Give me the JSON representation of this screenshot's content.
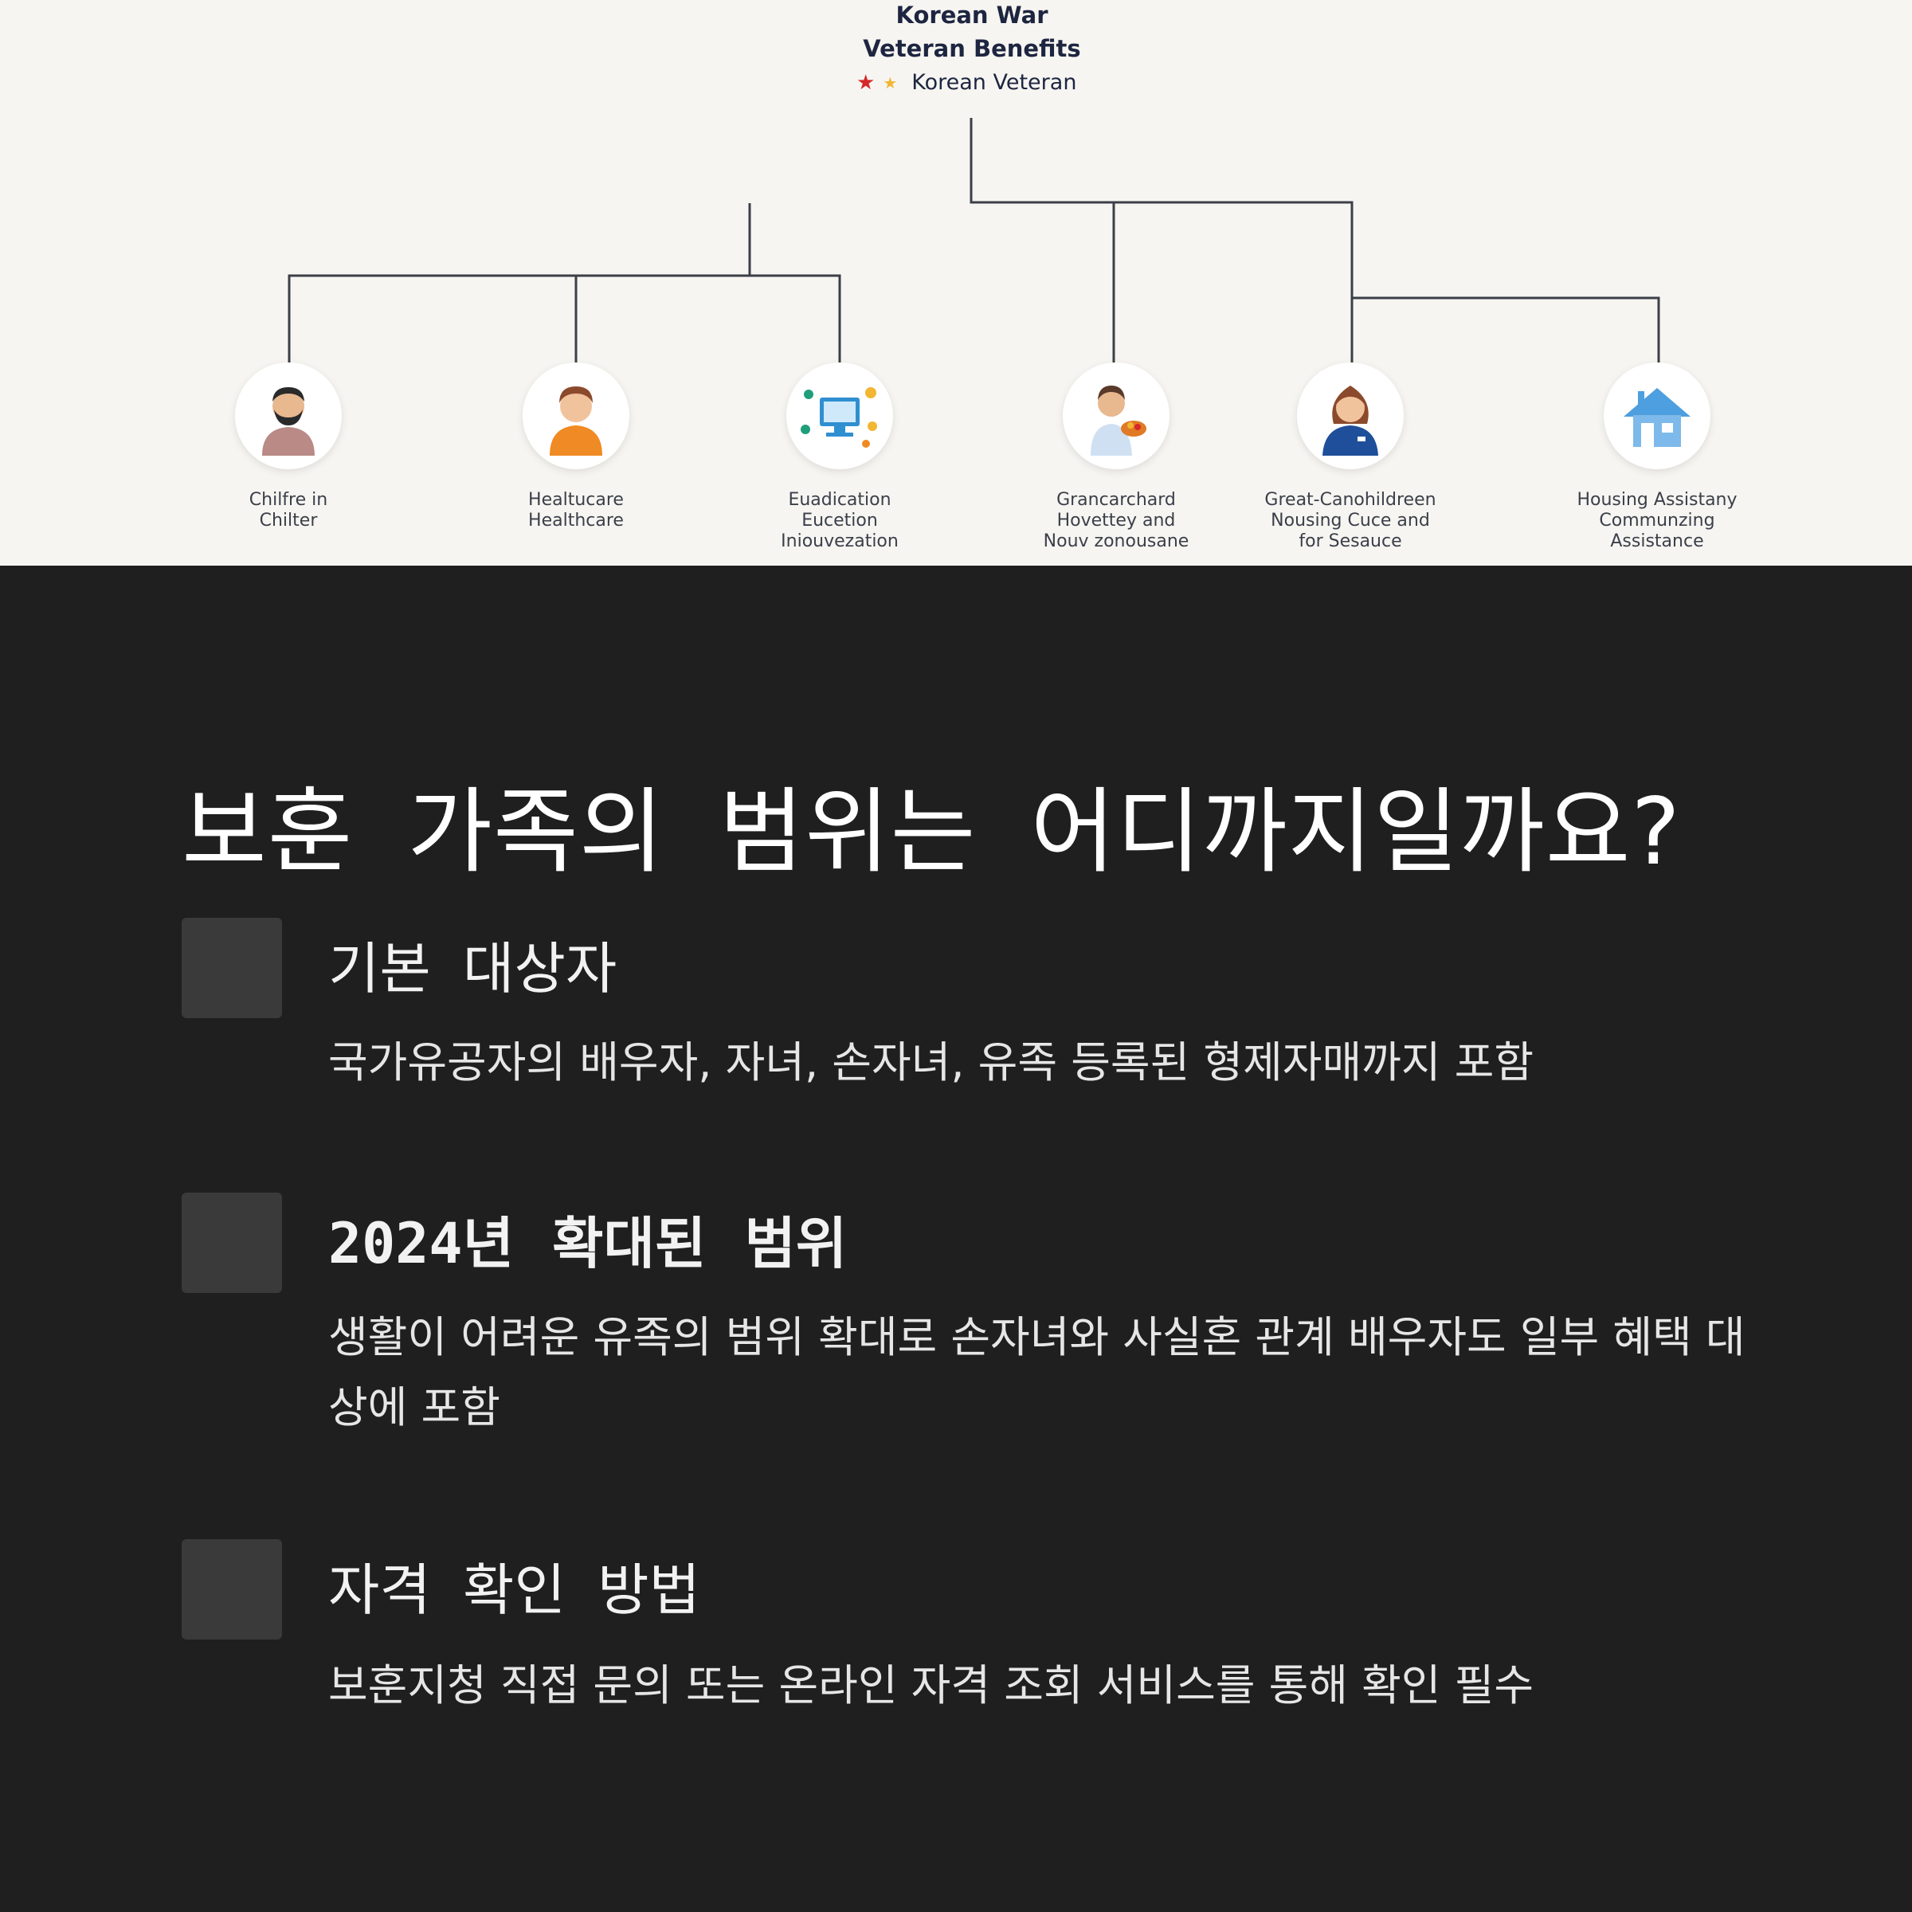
{
  "diagram": {
    "title_line1": "Korean War",
    "title_line2": "Veteran Benefits",
    "subtitle": "Korean Veteran",
    "star_colors": [
      "#d62828",
      "#f2b632"
    ],
    "line_color": "#3b3f47",
    "nodes": [
      {
        "icon": "man-with-beard-icon",
        "label": "Chilfre in\nChilter"
      },
      {
        "icon": "person-orange-shirt-icon",
        "label": "Healtucare\nHealthcare"
      },
      {
        "icon": "computer-education-icon",
        "label": "Euadication\nEucetion\nIniouvezation"
      },
      {
        "icon": "man-holding-food-icon",
        "label": "Grancarchard\nHovettey and\nNouv zonousane"
      },
      {
        "icon": "woman-blue-shirt-icon",
        "label": "Great-Canohildreen\nNousing Cuce and\nfor Sesauce"
      },
      {
        "icon": "house-icon",
        "label": "Housing Assistany\nCommunzing\nAssistance"
      }
    ]
  },
  "content": {
    "title": "보훈 가족의 범위는 어디까지일까요?",
    "items": [
      {
        "heading": "기본 대상자",
        "description": "국가유공자의 배우자, 자녀, 손자녀, 유족 등록된 형제자매까지 포함"
      },
      {
        "heading": "2024년 확대된 범위",
        "description": "생활이 어려운 유족의 범위 확대로 손자녀와 사실혼 관계 배우자도 일부 혜택 대상에 포함"
      },
      {
        "heading": "자격 확인 방법",
        "description": "보훈지청 직접 문의 또는 온라인 자격 조회 서비스를 통해 확인 필수"
      }
    ]
  }
}
